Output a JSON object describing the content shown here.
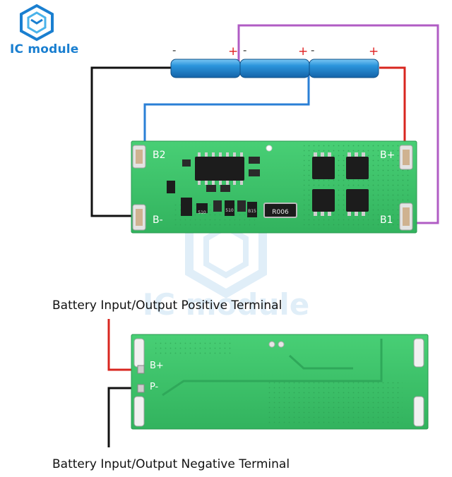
{
  "brand": {
    "name": "IC module",
    "watermark": "IC module",
    "color": "#1a7fd0"
  },
  "top_board": {
    "cell_polarity": [
      {
        "neg": "-",
        "pos": "+"
      },
      {
        "neg": "-",
        "pos": "+"
      },
      {
        "neg": "-",
        "pos": "+"
      }
    ],
    "pads": {
      "b2": "B2",
      "b_minus": "B-",
      "b_plus": "B+",
      "b1": "B1"
    },
    "components": {
      "shunt": "R006",
      "r1": "510",
      "r2": "510",
      "r3": "B15"
    }
  },
  "bottom_board": {
    "pads": {
      "b_plus": "B+",
      "p_minus": "P-"
    }
  },
  "captions": {
    "positive": "Battery Input/Output Positive Terminal",
    "negative": "Battery Input/Output Negative Terminal"
  },
  "colors": {
    "pcb": "#3cc46a",
    "battery": "#1f8fd6",
    "wire_black": "#111111",
    "wire_blue": "#2a7fd6",
    "wire_red": "#d8261f",
    "wire_purple": "#b05cc4",
    "polarity_red": "#e02020"
  }
}
